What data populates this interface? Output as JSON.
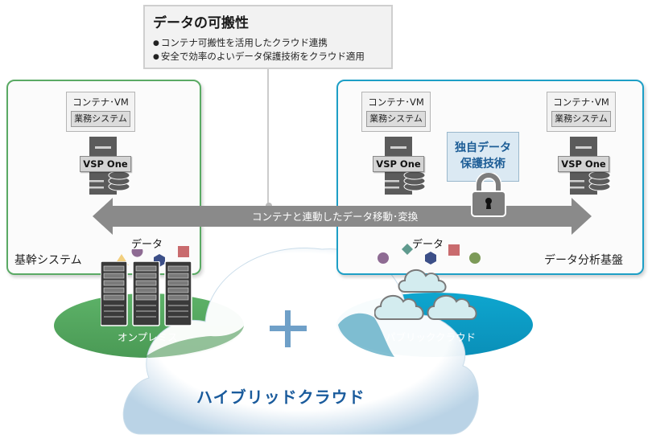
{
  "callout": {
    "title": "データの可搬性",
    "bullets": [
      "コンテナ可搬性を活用したクラウド連携",
      "安全で効率のよいデータ保護技術をクラウド適用"
    ]
  },
  "left_panel": {
    "label": "基幹システム",
    "vm_box": {
      "title": "コンテナ･VM",
      "inner": "業務システム"
    },
    "storage_label": "VSP One"
  },
  "right_panel": {
    "label": "データ分析基盤",
    "vm_boxes": [
      {
        "title": "コンテナ･VM",
        "inner": "業務システム"
      },
      {
        "title": "コンテナ･VM",
        "inner": "業務システム"
      }
    ],
    "storage_labels": [
      "VSP One",
      "VSP One"
    ],
    "protection": {
      "line1": "独自データ",
      "line2": "保護技術"
    }
  },
  "arrow": {
    "label": "コンテナと連動したデータ移動･変換"
  },
  "data_labels": {
    "left": "データ",
    "right": "データ"
  },
  "on_premises": {
    "label": "オンプレミス"
  },
  "public_cloud": {
    "label": "パブリッククラウド"
  },
  "hybrid": {
    "label": "ハイブリッドクラウド"
  },
  "colors": {
    "onprem_green": "#5aaa64",
    "cloud_blue": "#1d9fc6",
    "arrow_gray": "#8a8a8a",
    "hybrid_text": "#1a5b9c",
    "plus": "#6fa0c8"
  }
}
